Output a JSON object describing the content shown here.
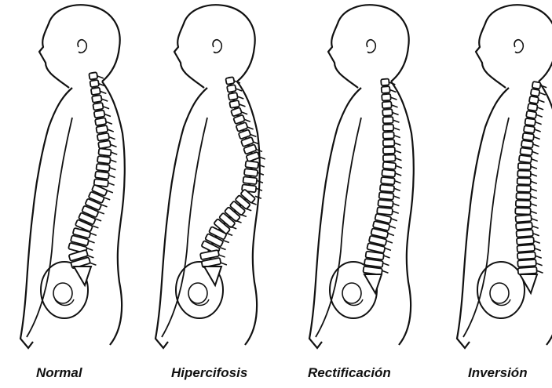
{
  "figures": [
    {
      "id": "normal",
      "label": "Normal"
    },
    {
      "id": "hipercifosis",
      "label": "Hipercifosis"
    },
    {
      "id": "rectificacion",
      "label": "Rectificación"
    },
    {
      "id": "inversion",
      "label": "Inversión"
    }
  ],
  "colors": {
    "ink": "#111111",
    "background": "#ffffff"
  }
}
